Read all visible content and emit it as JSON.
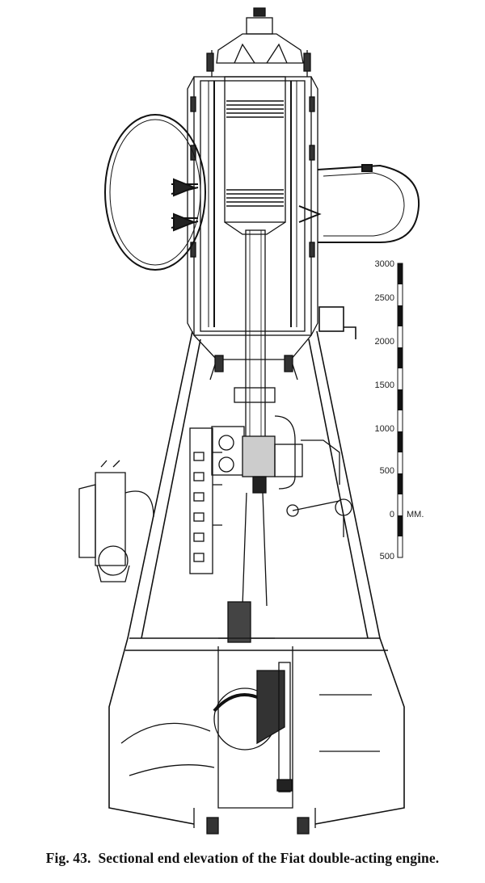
{
  "scale_bar": {
    "ticks": [
      "3000",
      "2500",
      "2000",
      "1500",
      "1000",
      "500",
      "0",
      "500"
    ],
    "unit": "MM."
  },
  "caption": {
    "figure_label": "Fig. 43.",
    "text": "Sectional end elevation of the Fiat double-acting engine."
  },
  "colors": {
    "ink": "#111111",
    "paper": "#ffffff"
  }
}
